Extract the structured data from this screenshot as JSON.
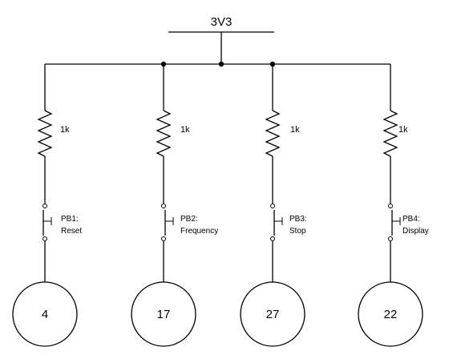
{
  "supply": {
    "label": "3V3"
  },
  "branches": [
    {
      "resistor": "1k",
      "button_id": "PB1:",
      "button_name": "Reset",
      "pin": "4"
    },
    {
      "resistor": "1k",
      "button_id": "PB2:",
      "button_name": "Frequency",
      "pin": "17"
    },
    {
      "resistor": "1k",
      "button_id": "PB3:",
      "button_name": "Stop",
      "pin": "27"
    },
    {
      "resistor": "1k",
      "button_id": "PB4:",
      "button_name": "Display",
      "pin": "22"
    }
  ]
}
